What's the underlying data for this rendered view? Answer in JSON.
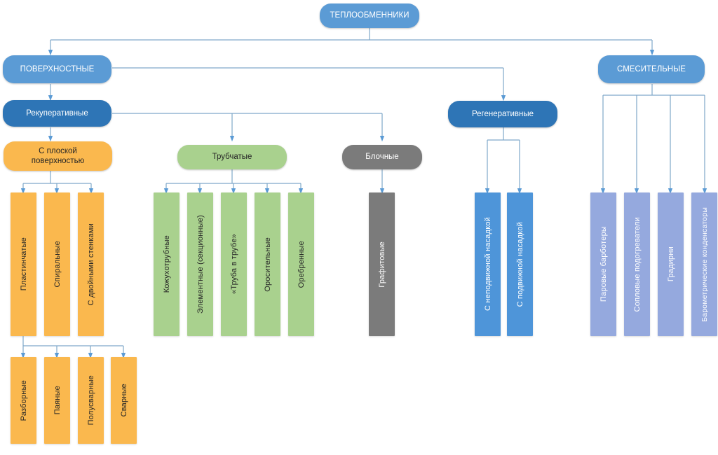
{
  "diagram": {
    "title_text": "ТЕПЛООБМЕННИКИ",
    "palette": {
      "blue_light": "#5B9BD5",
      "blue_dark": "#2E75B6",
      "blue_mid": "#4E95D9",
      "orange": "#FAB84E",
      "green": "#A9D18E",
      "gray": "#7B7B7B",
      "periwinkle": "#95A9DE",
      "connector": "#7FA8C9",
      "text_dark": "#262626",
      "text_light": "#FFFFFF"
    },
    "levels": {
      "root": {
        "label": "ТЕПЛООБМЕННИКИ"
      },
      "level2": [
        {
          "label": "ПОВЕРХНОСТНЫЕ"
        },
        {
          "label": "СМЕСИТЕЛЬНЫЕ"
        }
      ],
      "level3": [
        {
          "label": "Рекуперативные"
        },
        {
          "label": "Регенеративные"
        }
      ],
      "level4": [
        {
          "label": "С плоской поверхностью"
        },
        {
          "label": "Трубчатые"
        },
        {
          "label": "Блочные"
        }
      ]
    },
    "groups": {
      "flat_surface": {
        "parent": "С плоской поверхностью",
        "items": [
          "Пластинчатые",
          "Спиральные",
          "С двойными стенками"
        ]
      },
      "plate_subtypes": {
        "parent": "Пластинчатые",
        "items": [
          "Разборные",
          "Паяные",
          "Полусварные",
          "Сварные"
        ]
      },
      "tubular": {
        "parent": "Трубчатые",
        "items": [
          "Кожухотрубные",
          "Элементные (секционные)",
          "«Труба в трубе»",
          "Оросительные",
          "Оребренные"
        ]
      },
      "block": {
        "parent": "Блочные",
        "items": [
          "Графитовые"
        ]
      },
      "regenerative": {
        "parent": "Регенеративные",
        "items": [
          "С неподвижной насадкой",
          "С подвижной насадкой"
        ]
      },
      "mixing": {
        "parent": "СМЕСИТЕЛЬНЫЕ",
        "items": [
          "Паровые барботеры",
          "Сопловые подогреватели",
          "Градирни",
          "Барометрические конденсаторы"
        ]
      }
    }
  }
}
